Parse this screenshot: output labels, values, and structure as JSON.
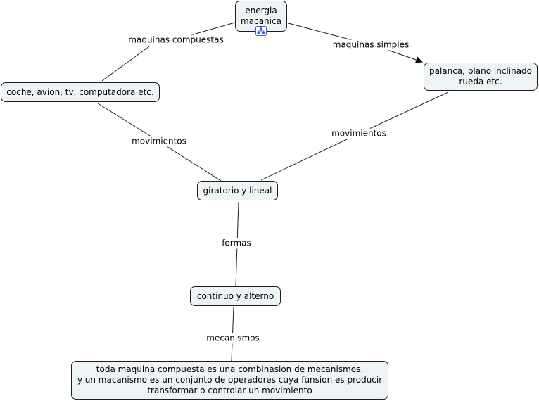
{
  "nodes": {
    "energia": {
      "lines": [
        "energia",
        "macanica"
      ],
      "icon": "concept-map-icon"
    },
    "compuestas": {
      "lines": [
        "coche, avion, tv, computadora etc."
      ]
    },
    "simples": {
      "lines": [
        "palanca, plano inclinado",
        "rueda etc."
      ]
    },
    "giratorio": {
      "lines": [
        "giratorio y lineal"
      ]
    },
    "continuo": {
      "lines": [
        "continuo y  alterno"
      ]
    },
    "mecanismos": {
      "lines": [
        "toda maquina compuesta es una combinasion de mecanismos.",
        "y un macanismo es un conjunto de operadores cuya funsion es producir",
        "transformar o controlar un movimiento"
      ]
    }
  },
  "links": {
    "maq_compuestas": "maquinas compuestas",
    "maq_simples": "maquinas simples",
    "mov_left": "movimientos",
    "mov_right": "movimientos",
    "formas": "formas",
    "mecanismos": "mecanismos"
  },
  "colors": {
    "node_fill": "#eef4f6",
    "line": "#1e1e1e"
  }
}
